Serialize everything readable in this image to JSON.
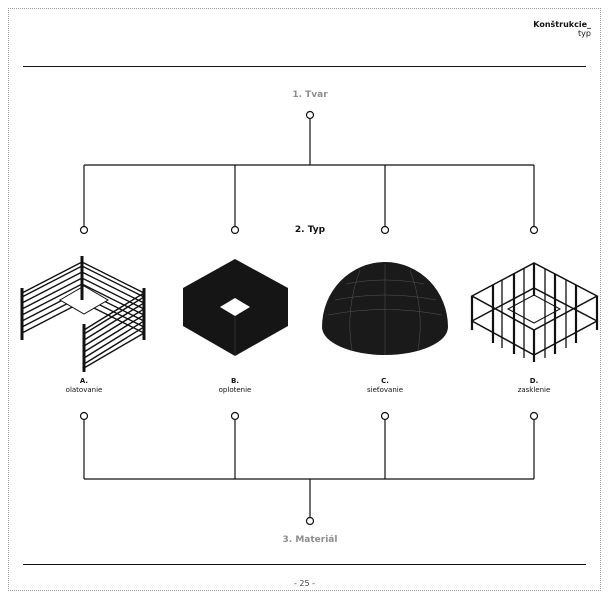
{
  "header": {
    "title": "Konštrukcie_",
    "subtitle": "typ"
  },
  "diagram": {
    "shape_label": "1. Tvar",
    "type_label": "2. Typ",
    "material_label": "3. Materiál"
  },
  "options": [
    {
      "letter": "A.",
      "name": "olatovanie"
    },
    {
      "letter": "B.",
      "name": "oplotenie"
    },
    {
      "letter": "C.",
      "name": "sieťovanie"
    },
    {
      "letter": "D.",
      "name": "zasklenie"
    }
  ],
  "footer": {
    "page_number": "- 25 -"
  }
}
